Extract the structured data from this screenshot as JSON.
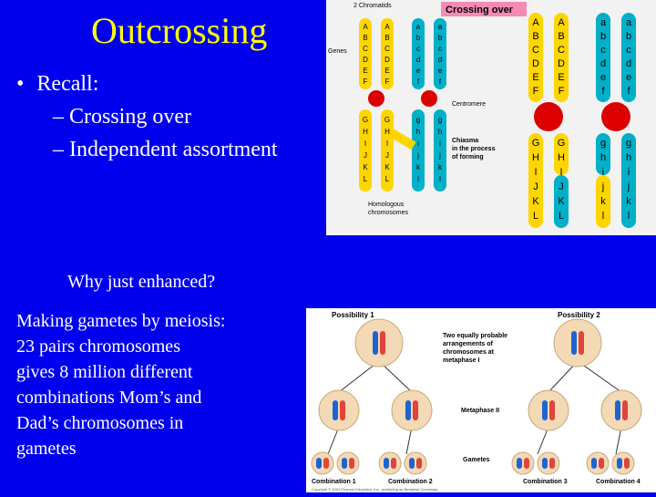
{
  "slide": {
    "title": "Outcrossing",
    "bullet": "Recall:",
    "sub_bullets": [
      "– Crossing over",
      "– Independent assortment"
    ],
    "why": "Why just enhanced?",
    "meiosis_lines": [
      "Making gametes by meiosis:",
      "23 pairs chromosomes",
      "gives 8 million different",
      "combinations Mom’s and",
      "Dad’s chromosomes in",
      "gametes"
    ]
  },
  "crossing_figure": {
    "header": "2 Chromatids",
    "banner": "Crossing over",
    "genes_label": "Genes",
    "centromere_label": "Centromere",
    "chiasma_label": [
      "Chiasma",
      "in the process",
      "of forming"
    ],
    "homologous_label": [
      "Homologous",
      "chromosomes"
    ],
    "upper_letters_caps": [
      "A",
      "B",
      "C",
      "D",
      "E",
      "F"
    ],
    "upper_letters_lower": [
      "a",
      "b",
      "c",
      "d",
      "e",
      "f"
    ],
    "lower_letters_caps": [
      "G",
      "H",
      "I",
      "J",
      "K",
      "L"
    ],
    "lower_letters_lower": [
      "g",
      "h",
      "i",
      "j",
      "k",
      "l"
    ]
  },
  "meiosis_figure": {
    "possibility_1": "Possibility 1",
    "possibility_2": "Possibility 2",
    "description": [
      "Two equally probable",
      "arrangements of",
      "chromosomes at",
      "metaphase I"
    ],
    "metaphase_2": "Metaphase II",
    "gametes": "Gametes",
    "combinations": [
      "Combination 1",
      "Combination 2",
      "Combination 3",
      "Combination 4"
    ],
    "copyright": "Copyright © 2002 Pearson Education, Inc., publishing as Benjamin Cummings"
  },
  "colors": {
    "background": "#0000ee",
    "title": "#ffff00",
    "yellow_chromosome": "#ffd500",
    "teal_chromosome": "#00b0c8",
    "centromere": "#dd0000",
    "banner": "#f58ab4"
  }
}
